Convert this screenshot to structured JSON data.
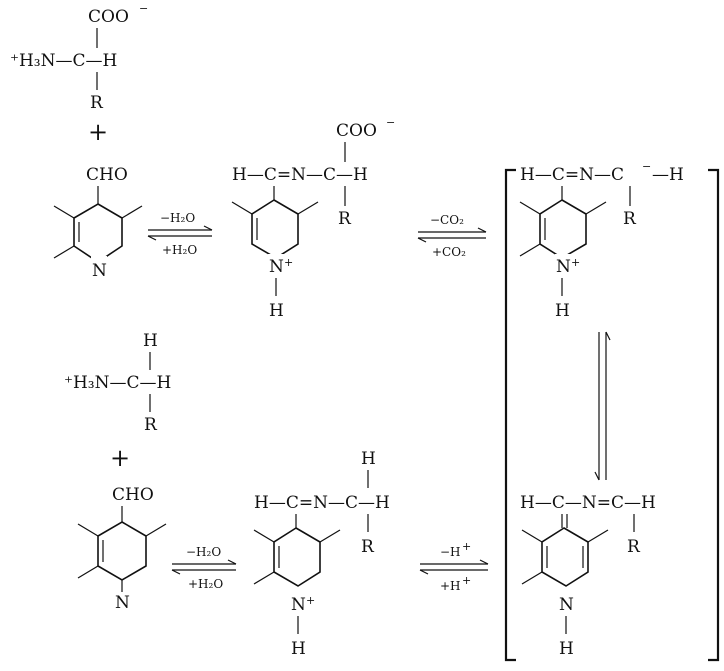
{
  "amino_acid": {
    "prefix": "⁺H₃N—C—H",
    "carboxylate": "COO",
    "charge": "−",
    "r_group": "R"
  },
  "amine": {
    "prefix": "⁺H₃N—C—H",
    "top_h": "H",
    "r_group": "R"
  },
  "plus_sign": "+",
  "pyridoxal": {
    "aldehyde": "CHO",
    "ring_n": "N"
  },
  "schiff_base_1": {
    "chain": "H—C=N—C—H",
    "carboxylate": "COO",
    "charge": "−",
    "r_group": "R",
    "ring_n": "N",
    "ring_charge": "+",
    "n_h": "H"
  },
  "carbanion": {
    "chain": "H—C=N—C",
    "carbanion_charge": "−",
    "end_h": "—H",
    "r_group": "R",
    "ring_n": "N",
    "ring_charge": "+",
    "n_h": "H"
  },
  "schiff_base_2": {
    "chain": "H—C=N—C—H",
    "top_h": "H",
    "r_group": "R",
    "ring_n": "N",
    "ring_charge": "+",
    "n_h": "H"
  },
  "quinonoid": {
    "chain": "H—C—N=C—H",
    "r_group": "R",
    "ring_n": "N",
    "n_h": "H"
  },
  "arrows": {
    "dehydration_fwd": "−H₂O",
    "dehydration_rev": "+H₂O",
    "decarboxylation_fwd": "−CO₂",
    "decarboxylation_rev": "+CO₂",
    "proton_fwd": "−H",
    "proton_rev": "+H",
    "proton_charge": "+"
  }
}
